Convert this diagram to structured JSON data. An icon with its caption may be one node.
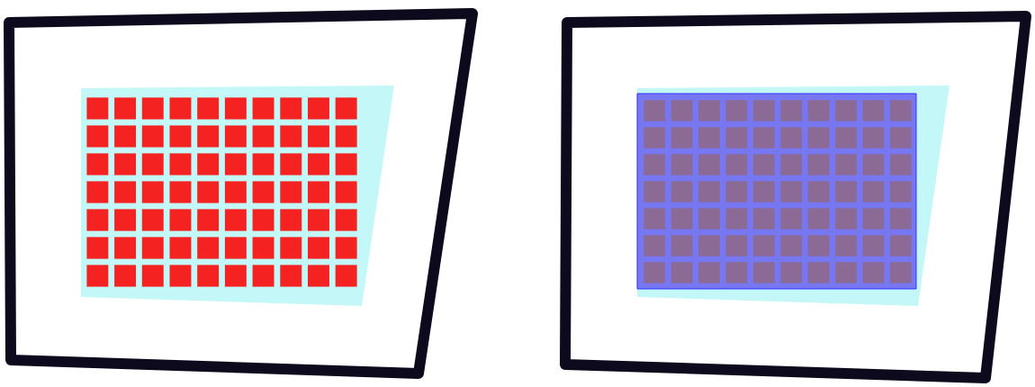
{
  "diagram": {
    "nodes": [
      {
        "text": [],
        "shape": "box"
      },
      {
        "text": [],
        "shape": "grid",
        "in": 0
      },
      {
        "text": [],
        "shape": "box"
      },
      {
        "text": [],
        "shape": "grid",
        "in": 2
      }
    ]
  }
}
